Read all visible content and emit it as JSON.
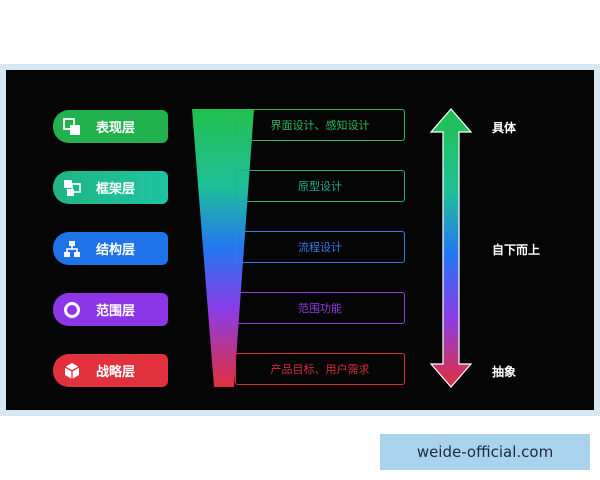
{
  "layers": [
    {
      "label": "表现层",
      "icon": "overlapping-squares-icon",
      "color": "#22b14c",
      "content": "界面设计、感知设计",
      "box_color": "#2fb65a"
    },
    {
      "label": "框架层",
      "icon": "grid-squares-icon",
      "color": "#1fbf97",
      "content": "原型设计",
      "box_color": "#1fae94"
    },
    {
      "label": "结构层",
      "icon": "sitemap-icon",
      "color": "#1f73e8",
      "content": "流程设计",
      "box_color": "#3a7bea"
    },
    {
      "label": "范围层",
      "icon": "ring-icon",
      "color": "#8c36e8",
      "content": "范围功能",
      "box_color": "#8a3fe0"
    },
    {
      "label": "战略层",
      "icon": "cube-icon",
      "color": "#e0313d",
      "content": "产品目标、用户需求",
      "box_color": "#d4313c"
    }
  ],
  "scale": {
    "top_label": "具体",
    "middle_label": "自下而上",
    "bottom_label": "抽象"
  },
  "watermark": "weide-official.com"
}
